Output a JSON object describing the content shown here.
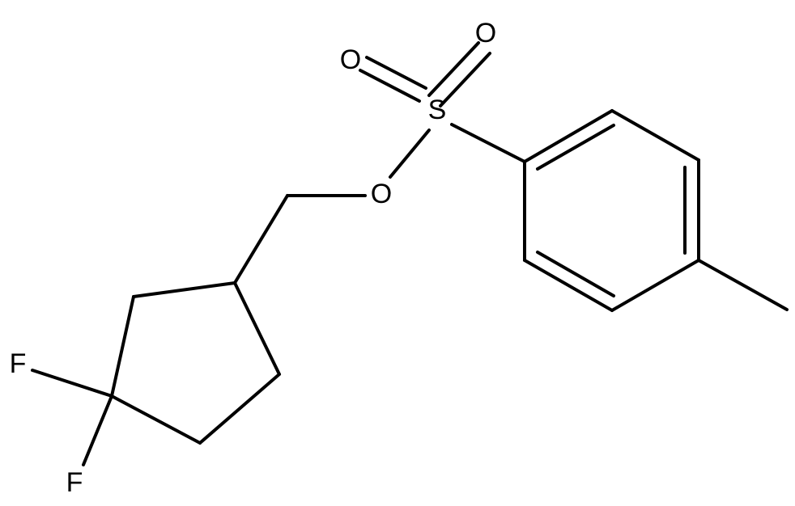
{
  "molecule": {
    "atoms": {
      "O_top_right": "O",
      "O_top_left": "O",
      "S": "S",
      "O_ester": "O",
      "F_upper": "F",
      "F_lower": "F"
    }
  },
  "colors": {
    "bond": "#000000",
    "background": "#ffffff"
  }
}
